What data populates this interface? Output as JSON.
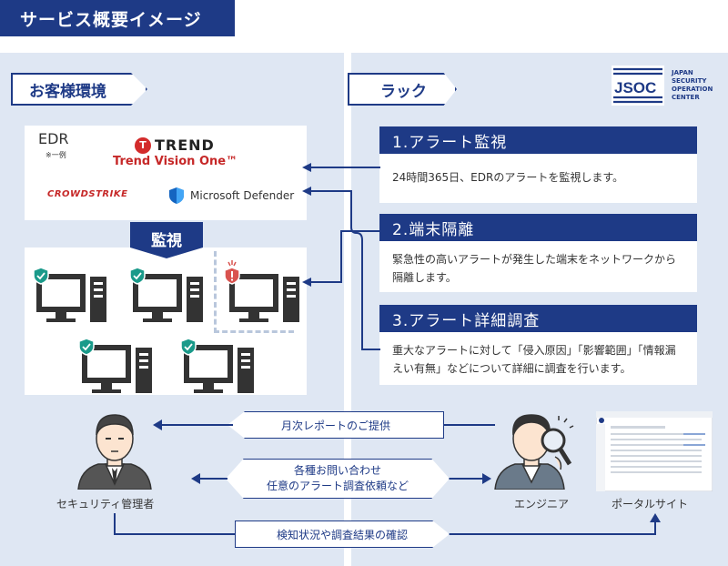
{
  "header": {
    "title": "サービス概要イメージ"
  },
  "left_panel": {
    "tab": "お客様環境",
    "edr": {
      "label": "EDR",
      "note": "※一例",
      "vendors": {
        "trend_mark": "T",
        "trend": "TREND",
        "trend_product": "Trend Vision One™",
        "crowdstrike": "CROWDSTRIKE",
        "microsoft": "Microsoft Defender"
      }
    },
    "monitor_label": "監視"
  },
  "right_panel": {
    "tab": "ラック",
    "logo": {
      "mark": "JSOC",
      "lines": [
        "JAPAN",
        "SECURITY",
        "OPERATION",
        "CENTER"
      ]
    },
    "services": [
      {
        "title": "1.アラート監視",
        "body": "24時間365日、EDRのアラートを監視します。"
      },
      {
        "title": "2.端末隔離",
        "body": "緊急性の高いアラートが発生した端末をネットワークから隔離します。"
      },
      {
        "title": "3.アラート詳細調査",
        "body": "重大なアラートに対して「侵入原因」「影響範囲」「情報漏えい有無」などについて詳細に調査を行います。"
      }
    ]
  },
  "bottom": {
    "security_manager": "セキュリティ管理者",
    "engineer": "エンジニア",
    "portal": "ポータルサイト",
    "arrow_report": "月次レポートのご提供",
    "arrow_inquiry_line1": "各種お問い合わせ",
    "arrow_inquiry_line2": "任意のアラート調査依頼など",
    "arrow_confirm": "検知状況や調査結果の確認"
  },
  "colors": {
    "navy": "#1e3a86",
    "panel": "#dfe7f3",
    "shield": "#1a9a8a",
    "alert": "#d9534f"
  }
}
